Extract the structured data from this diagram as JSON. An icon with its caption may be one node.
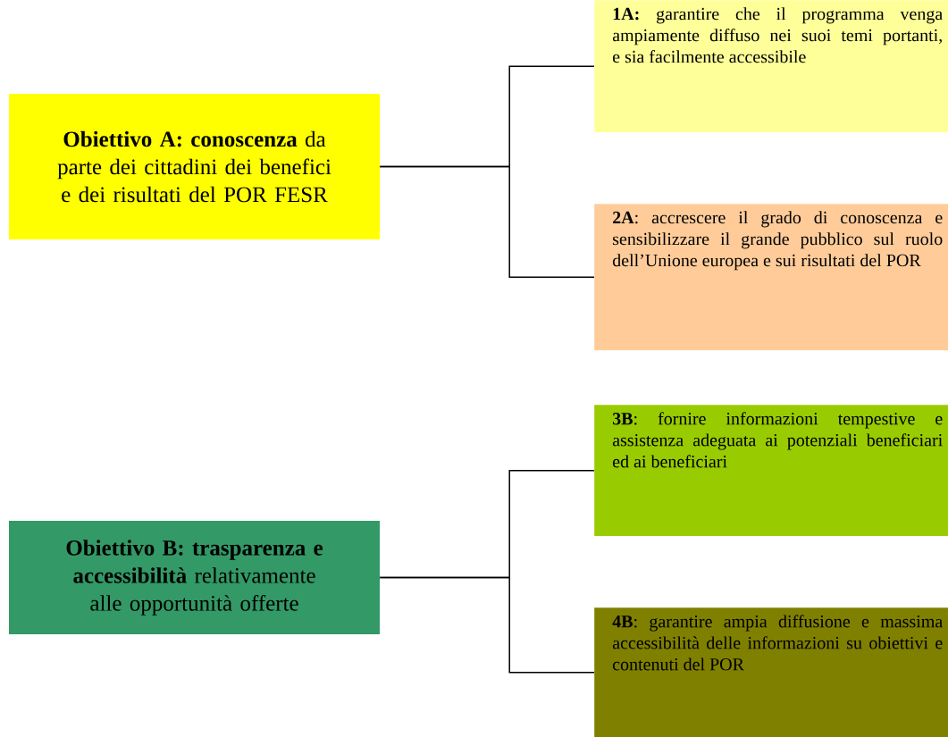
{
  "diagram": {
    "nodes": [
      {
        "text": [
          "**Obiettivo A: conoscenza** da parte dei cittadini dei benefici e dei risultati del POR FESR"
        ]
      },
      {
        "text": [
          "**1A:** garantire che il programma venga ampiamente diffuso nei suoi temi portanti, e sia facilmente accessibile"
        ]
      },
      {
        "text": [
          "**2A**: accrescere il grado di conoscenza e sensibilizzare il grande pubblico sul ruolo dell’Unione europea e sui risultati del POR"
        ]
      },
      {
        "text": [
          "**Obiettivo B: trasparenza e accessibilità** relativamente alle opportunità offerte"
        ]
      },
      {
        "text": [
          "**3B**: fornire informazioni tempestive e assistenza adeguata ai potenziali beneficiari ed ai beneficiari"
        ]
      },
      {
        "text": [
          "**4B**: garantire ampia diffusione e massima accessibilità delle informazioni su obiettivi e contenuti del POR"
        ]
      }
    ],
    "edges": [
      {
        "from": 0,
        "to": 1,
        "arrow": "none"
      },
      {
        "from": 0,
        "to": 2,
        "arrow": "none"
      },
      {
        "from": 3,
        "to": 4,
        "arrow": "none"
      },
      {
        "from": 3,
        "to": 5,
        "arrow": "none"
      }
    ]
  }
}
